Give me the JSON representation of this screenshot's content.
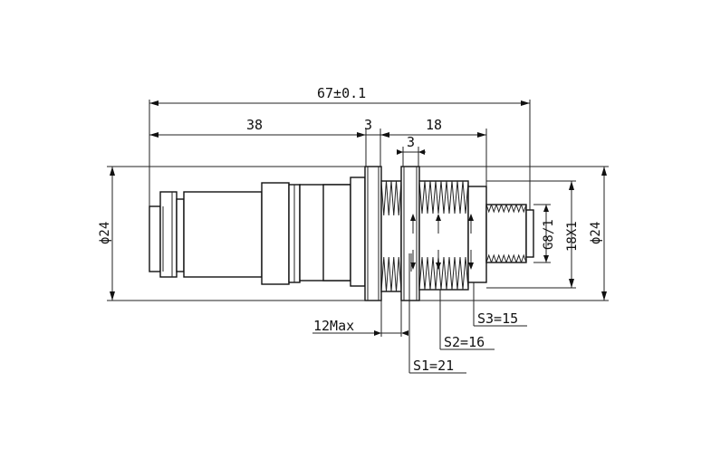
{
  "drawing": {
    "dimensions": {
      "overall_length": "67±0.1",
      "plug_length": "38",
      "flange_thickness": "3",
      "nut_thickness": "3",
      "thread_section_length": "18",
      "diameter_left": "ϕ24",
      "diameter_right": "ϕ24",
      "thread_size": "18X1",
      "port_thread": "G8/1",
      "panel_max": "12Max",
      "s1": "S1=21",
      "s2": "S2=16",
      "s3": "S3=15"
    }
  }
}
